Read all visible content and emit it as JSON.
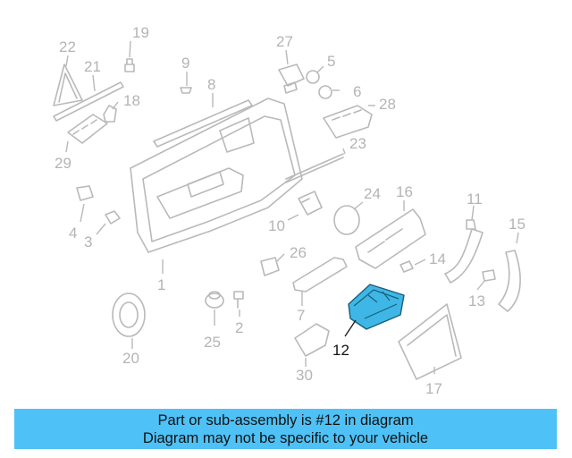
{
  "diagram": {
    "highlighted_part": "12",
    "highlight_color": "#3fb7e6",
    "callouts": [
      "22",
      "19",
      "21",
      "18",
      "9",
      "8",
      "27",
      "5",
      "6",
      "28",
      "29",
      "23",
      "24",
      "16",
      "11",
      "15",
      "10",
      "4",
      "3",
      "26",
      "14",
      "1",
      "13",
      "7",
      "25",
      "2",
      "12",
      "20",
      "30",
      "17"
    ]
  },
  "banner": {
    "line1": "Part or sub-assembly is #12 in diagram",
    "line2": "Diagram may not be specific to your vehicle",
    "color": "#4ec2f7"
  }
}
